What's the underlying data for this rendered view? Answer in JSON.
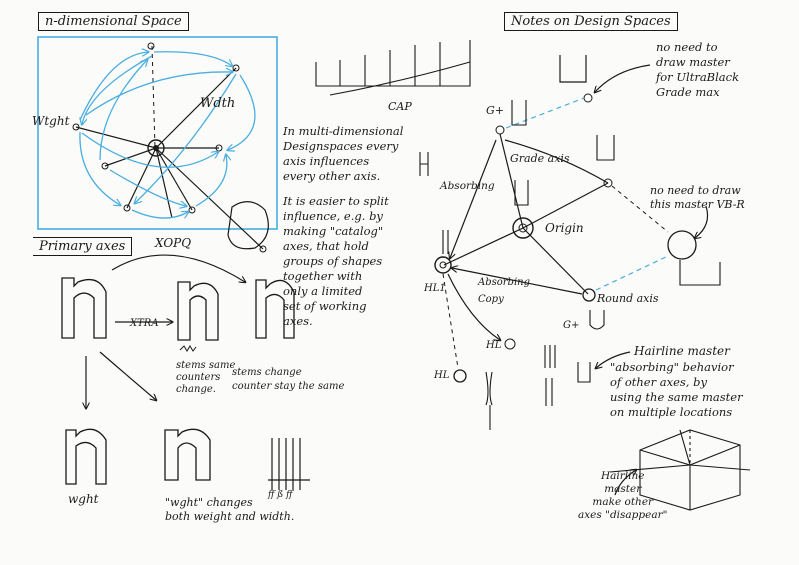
{
  "left_page": {
    "title": "n-dimensional Space",
    "axes_labels": {
      "weight": "Wtght",
      "width": "Wdth",
      "xopq": "XOPQ"
    },
    "note_multi": "In multi-dimensional\nDesignspaces every\naxis influences\nevery other axis.",
    "note_split": "It is easier to split\ninfluence, e.g. by\nmaking \"catalog\"\naxes, that hold\ngroups of shapes\ntogether with\nonly a limited\nset of working\naxes.",
    "primary_title": "Primary axes",
    "xtra": "XTRA",
    "stems_same": "stems same\ncounters\nchange.",
    "stems_change": "stems change\ncounter stay the same",
    "wght": "wght",
    "wght_note": "\"wght\" changes\nboth weight and width.",
    "small_glyphs": "ff ß ff"
  },
  "right_page": {
    "title": "Notes on Design Spaces",
    "cap": "CAP",
    "no_need_1": "no need to\ndraw master\nfor UltraBlack\nGrade max",
    "g_plus": "G+",
    "grade_axis": "Grade axis",
    "absorbing_1": "Absorbing",
    "origin": "Origin",
    "no_need_2": "no need to draw\nthis master VB-R",
    "absorbing_2": "Absorbing",
    "hl1": "HL1",
    "copy": "Copy",
    "round_axis": "Round axis",
    "hl": "HL",
    "g_plus_2": "G+",
    "hl_bottom": "HL",
    "hairline_master": "Hairline master",
    "hairline_note": "\"absorbing\" behavior\nof other axes, by\nusing the same master\non multiple locations",
    "hairline_master_2": "Hairline\nmaster\nmake other\naxes \"disappear\""
  }
}
